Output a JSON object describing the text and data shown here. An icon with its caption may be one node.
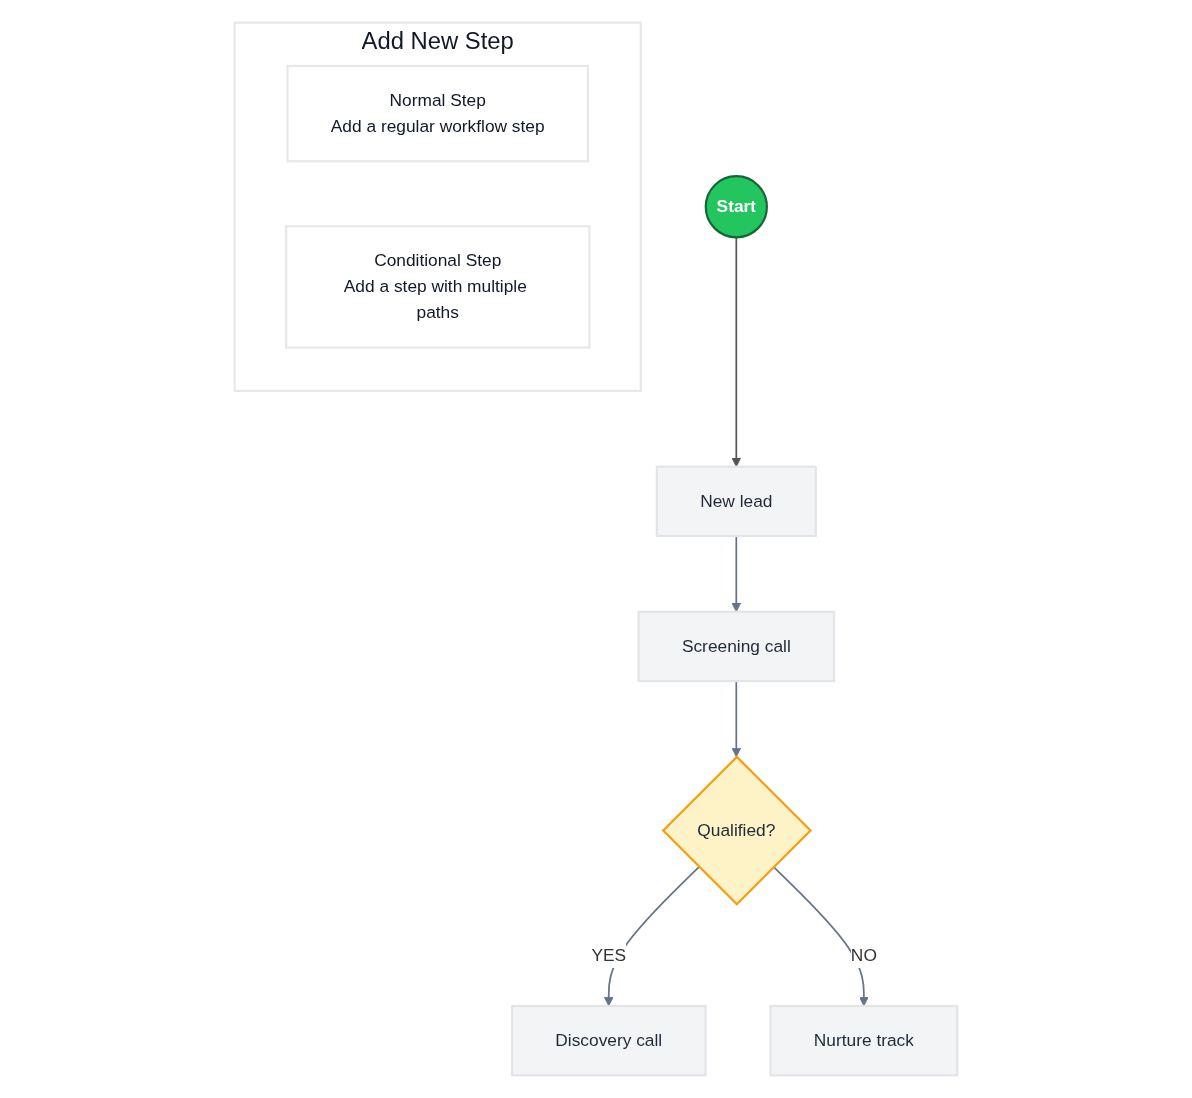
{
  "diagram": {
    "nodes": [
      {
        "text": [
          "Start"
        ]
      },
      {
        "text": [
          "New lead"
        ]
      },
      {
        "text": [
          "Screening call"
        ]
      },
      {
        "text": [
          "Qualified?"
        ]
      },
      {
        "text": [
          "Discovery call"
        ]
      },
      {
        "text": [
          "Nurture track"
        ]
      },
      {
        "text": [
          "Add New Step"
        ]
      },
      {
        "text": [
          "Normal Step",
          "Add a regular workflow step"
        ],
        "in": 6
      },
      {
        "text": [
          "Conditional Step",
          "Add a step with multiple paths"
        ],
        "in": 6
      }
    ],
    "edges": [
      {
        "from": 0,
        "to": 1,
        "arrow": "to",
        "color": "#555555"
      },
      {
        "from": 1,
        "to": 2,
        "arrow": "to"
      },
      {
        "from": 2,
        "to": 3,
        "arrow": "to"
      },
      {
        "from": 3,
        "to": 4,
        "arrow": "to",
        "label": "YES"
      },
      {
        "from": 3,
        "to": 5,
        "arrow": "to",
        "label": "NO"
      }
    ]
  }
}
